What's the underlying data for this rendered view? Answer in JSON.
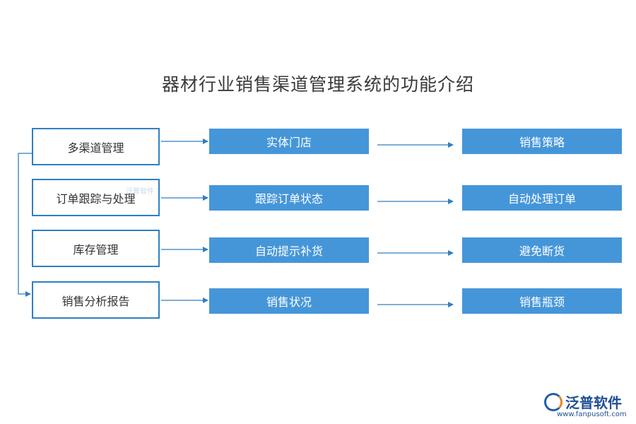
{
  "title": "器材行业销售渠道管理系统的功能介绍",
  "rows": [
    {
      "category": "多渠道管理",
      "feature": "实体门店",
      "result": "销售策略"
    },
    {
      "category": "订单跟踪与处理",
      "feature": "跟踪订单状态",
      "result": "自动处理订单"
    },
    {
      "category": "库存管理",
      "feature": "自动提示补货",
      "result": "避免断货"
    },
    {
      "category": "销售分析报告",
      "feature": "销售状况",
      "result": "销售瓶颈"
    }
  ],
  "watermark": "泛普软件",
  "logo": {
    "name": "泛普软件",
    "url": "www.fanpusoft.com"
  },
  "colors": {
    "accent": "#4596d9",
    "border": "#2e7fc2",
    "arrow": "#2e7fc2"
  }
}
